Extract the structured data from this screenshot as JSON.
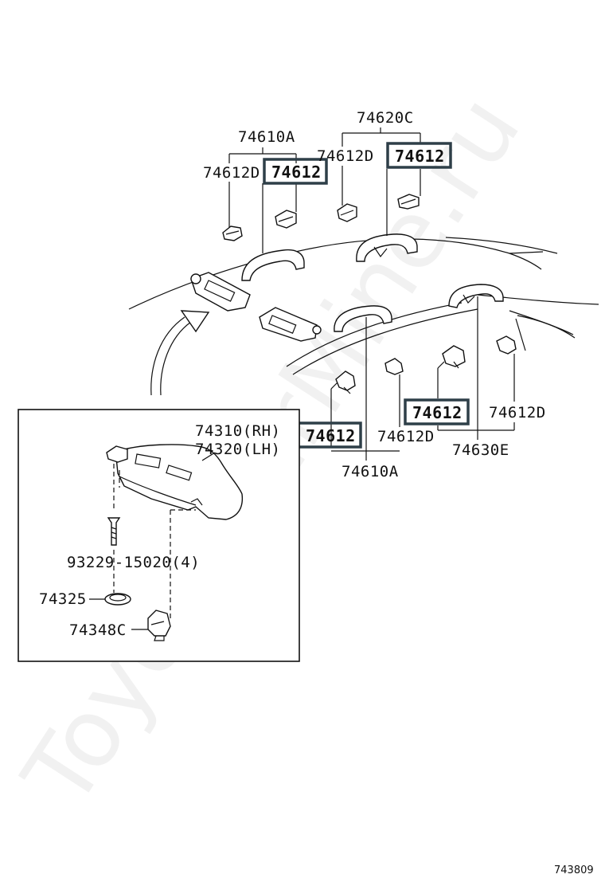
{
  "watermark": "ToyotaCarMine.ru",
  "diagram_id": "743809",
  "labels": {
    "grip_front_assy": "74610A",
    "grip_front_cap_d": "74612D",
    "grip_front_cap": "74612",
    "grip_mid_assy": "74620C",
    "grip_mid_cap_d": "74612D",
    "grip_mid_cap": "74612",
    "grip_rear_assy": "74610A",
    "grip_rear_cap": "74612",
    "grip_rear_cap_d": "74612D",
    "grip_right_assy": "74630E",
    "grip_right_cap": "74612",
    "grip_right_cap_d": "74612D"
  },
  "visor": {
    "rh": "74310(RH)",
    "lh": "74320(LH)",
    "screw": "93229-15020(4)",
    "cover": "74325",
    "holder": "74348C"
  },
  "colors": {
    "highlight_box": "#2e3f48",
    "line": "#111111",
    "background": "#ffffff"
  }
}
